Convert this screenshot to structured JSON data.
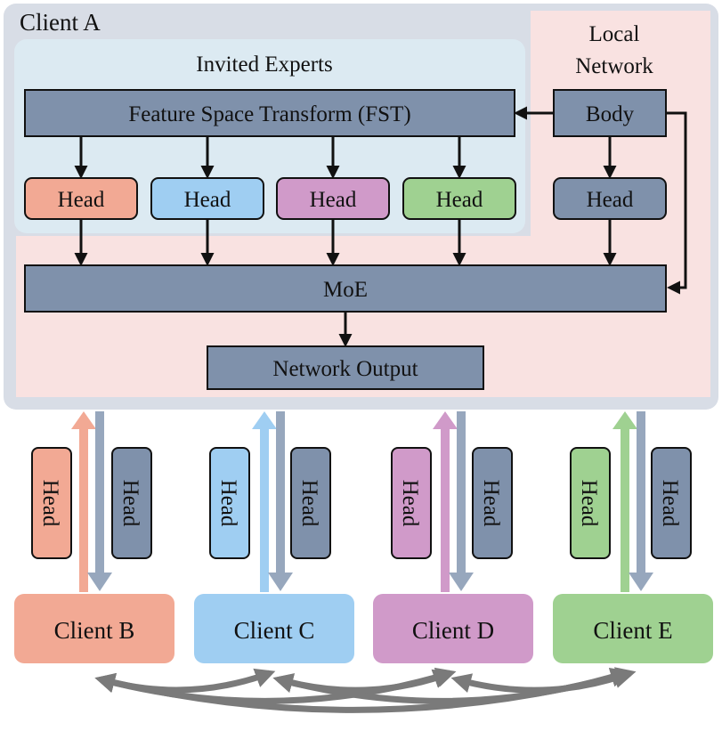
{
  "client_a": {
    "title": "Client A",
    "invited_experts": {
      "title": "Invited Experts",
      "fst_label": "Feature Space Transform (FST)",
      "heads": [
        {
          "label": "Head",
          "color": "#f2a994"
        },
        {
          "label": "Head",
          "color": "#9fcef2"
        },
        {
          "label": "Head",
          "color": "#d09ac9"
        },
        {
          "label": "Head",
          "color": "#9fd191"
        }
      ]
    },
    "local_network": {
      "title_line1": "Local",
      "title_line2": "Network",
      "body_label": "Body",
      "head_label": "Head"
    },
    "moe_label": "MoE",
    "output_label": "Network Output"
  },
  "exchanges": [
    {
      "up_label": "Head",
      "down_label": "Head",
      "color": "#f2a994"
    },
    {
      "up_label": "Head",
      "down_label": "Head",
      "color": "#9fcef2"
    },
    {
      "up_label": "Head",
      "down_label": "Head",
      "color": "#d09ac9"
    },
    {
      "up_label": "Head",
      "down_label": "Head",
      "color": "#9fd191"
    }
  ],
  "clients": [
    {
      "label": "Client B",
      "color": "#f2a994"
    },
    {
      "label": "Client C",
      "color": "#9fcef2"
    },
    {
      "label": "Client D",
      "color": "#d09ac9"
    },
    {
      "label": "Client E",
      "color": "#9fd191"
    }
  ],
  "colors": {
    "client_a_bg": "#d8dde6",
    "invited_bg": "#dceaf2",
    "local_bg": "#f9e2e1",
    "module_fill": "#7f91ab",
    "downlink_arrow": "#97a7bd",
    "peer_arrow": "#7a7a7a"
  }
}
